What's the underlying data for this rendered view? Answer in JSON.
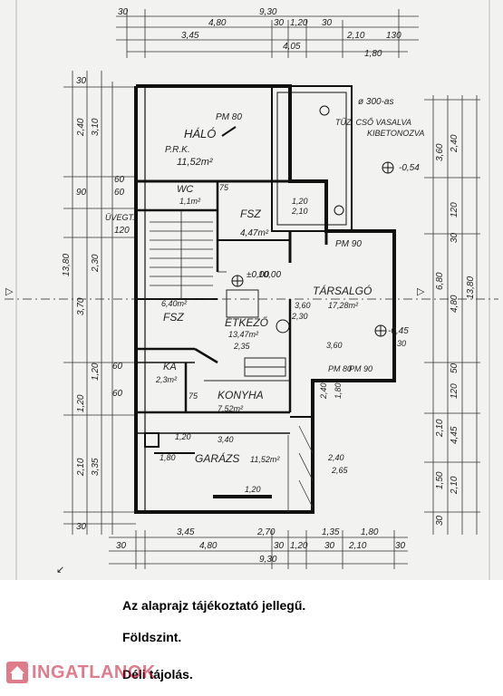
{
  "plan": {
    "dims_top": {
      "total": "9,30",
      "a": "30",
      "b": "4,80",
      "c": "3,45",
      "d": "30",
      "e": "1,20",
      "f": "30",
      "g": "2,10",
      "h": "130",
      "i": "4,05",
      "j": "1,80"
    },
    "dims_bottom": {
      "a": "3,45",
      "b": "2,70",
      "c": "1,35",
      "d": "1,80",
      "e": "30",
      "f": "4,80",
      "g": "30",
      "h": "1,20",
      "i": "30",
      "j": "2,10",
      "k": "30",
      "total": "9,30"
    },
    "dims_left": [
      "30",
      "2,40",
      "3,10",
      "60",
      "60",
      "90",
      "120",
      "2,30",
      "3,70",
      "13,80",
      "1,20",
      "60",
      "60",
      "1,20",
      "2,10",
      "3,35",
      "30"
    ],
    "dims_right": [
      "3,60",
      "2,40",
      "120",
      "30",
      "6,80",
      "4,80",
      "13,80",
      "50",
      "120",
      "2,10",
      "4,45",
      "1,50",
      "2,10",
      "30"
    ],
    "rooms": {
      "halo": {
        "name": "HÁLÓ",
        "sub": "P.R.K.",
        "area": "11,52m²",
        "pm": "PM 80"
      },
      "wc": {
        "name": "WC",
        "area": "1,1m²"
      },
      "fsz_top": {
        "name": "FSZ",
        "area": "4,47m²"
      },
      "fsz_left": {
        "name": "FSZ",
        "area": "6,40m²"
      },
      "etkezo": {
        "name": "ÉTKEZŐ",
        "area": "13,47m²"
      },
      "tarsalgo": {
        "name": "TÁRSALGÓ",
        "area": "17,28m²",
        "pm": "PM 90"
      },
      "ka": {
        "name": "KA",
        "area": "2,3m²"
      },
      "konyha": {
        "name": "KONYHA",
        "area": "7,52m²"
      },
      "garazs": {
        "name": "GARÁZS",
        "area": "11,52m²"
      }
    },
    "notes": {
      "kemeny": "ø 300-as",
      "kemeny2": "TŰZ. CSŐ VASALVA",
      "kemeny3": "KIBETONOZVA",
      "level1": "-0,54",
      "level2": "±0,00",
      "level3": "-0,45",
      "level4": "10,00",
      "stair": "ÜVEGT."
    },
    "inner_dims": {
      "a": "75",
      "b": "1,20",
      "c": "2,10",
      "d": "2,30",
      "e": "2,35",
      "f": "3,60",
      "g": "30",
      "h": "3,60",
      "i": "1,80",
      "j": "2,40",
      "k": "3,40",
      "l": "1,80",
      "m": "1,20",
      "n": "2,40",
      "o": "2,65",
      "p": "1,20",
      "q": "75",
      "r": "PM 80",
      "s": "PM 90"
    }
  },
  "captions": {
    "info": "Az alaprajz tájékoztató jellegű.",
    "floor": "Földszint.",
    "orientation": "Déli tájolás."
  },
  "watermark": {
    "text": "INGATLANOK",
    "color": "#c8102e"
  }
}
